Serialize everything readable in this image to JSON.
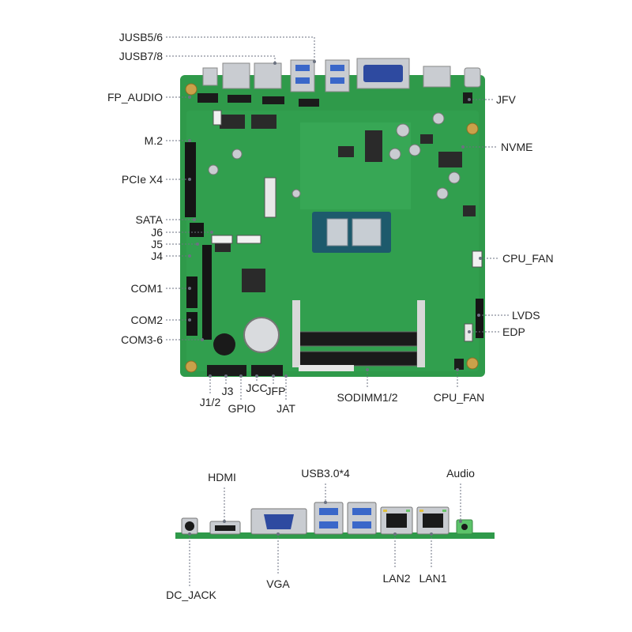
{
  "board_labels": {
    "jusb56": "JUSB5/6",
    "jusb78": "JUSB7/8",
    "fp_audio": "FP_AUDIO",
    "m2": "M.2",
    "pcie": "PCIe X4",
    "sata": "SATA",
    "j6": "J6",
    "j5": "J5",
    "j4": "J4",
    "com1": "COM1",
    "com2": "COM2",
    "com36": "COM3-6",
    "jfv": "JFV",
    "nvme": "NVME",
    "cpu_fan_right": "CPU_FAN",
    "lvds": "LVDS",
    "edp": "EDP",
    "j12": "J1/2",
    "j3": "J3",
    "gpio": "GPIO",
    "jcc": "JCC",
    "jfp": "JFP",
    "jat": "JAT",
    "sodimm": "SODIMM1/2",
    "cpu_fan_bottom": "CPU_FAN"
  },
  "io_labels": {
    "hdmi": "HDMI",
    "usb30": "USB3.0*4",
    "audio": "Audio",
    "dc_jack": "DC_JACK",
    "vga": "VGA",
    "lan2": "LAN2",
    "lan1": "LAN1"
  },
  "colors": {
    "pcb": "#2f9a4a",
    "pcb_dark": "#1f7a38",
    "vga_blue": "#2e4aa0",
    "usb_blue": "#3a67c9",
    "silver": "#c9ccd1",
    "leader": "#6b7280",
    "audio_green": "#5cc36a"
  }
}
